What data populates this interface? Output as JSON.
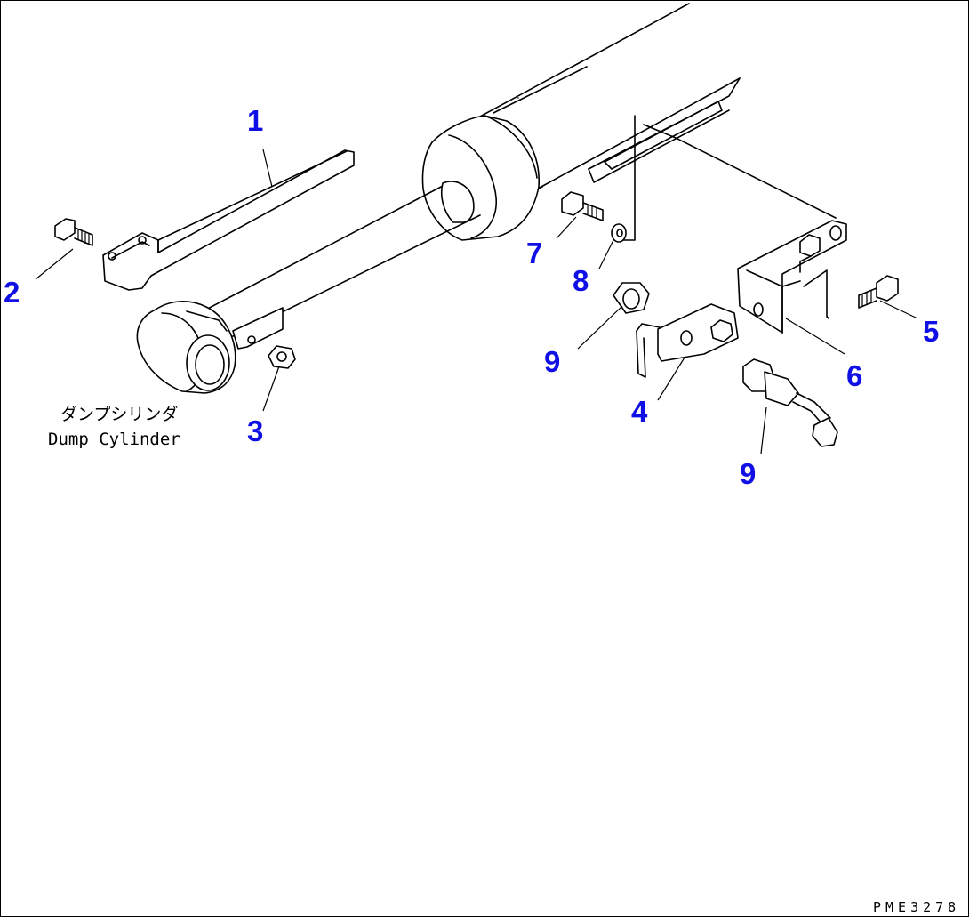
{
  "callouts": [
    {
      "id": "c1",
      "label": "1"
    },
    {
      "id": "c2",
      "label": "2"
    },
    {
      "id": "c3",
      "label": "3"
    },
    {
      "id": "c4",
      "label": "4"
    },
    {
      "id": "c5",
      "label": "5"
    },
    {
      "id": "c6",
      "label": "6"
    },
    {
      "id": "c7",
      "label": "7"
    },
    {
      "id": "c8",
      "label": "8"
    },
    {
      "id": "c9a",
      "label": "9"
    },
    {
      "id": "c9b",
      "label": "9"
    }
  ],
  "caption": {
    "japanese": "ダンプシリンダ",
    "english": "Dump Cylinder"
  },
  "drawing_number": "PME3278",
  "colors": {
    "callout": "#1010e6",
    "line": "#000000",
    "background": "#ffffff"
  }
}
